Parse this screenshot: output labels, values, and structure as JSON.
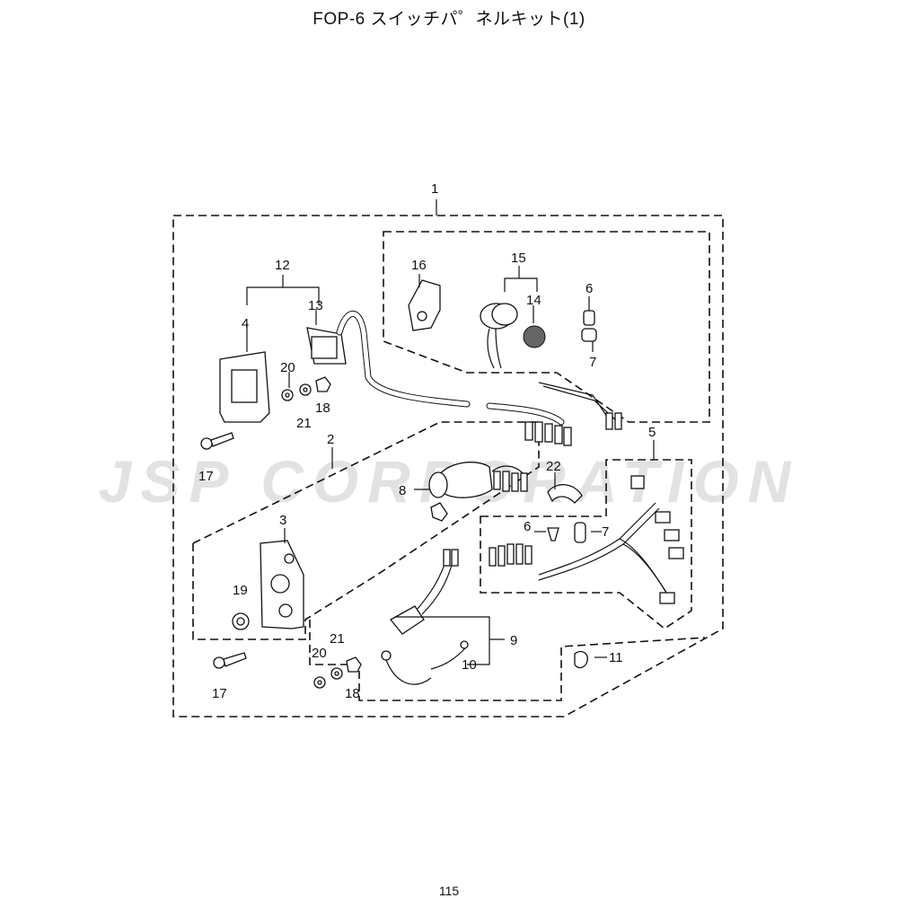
{
  "title": "FOP-6 スイッチパ゜ネルキット(1)",
  "page_number": "115",
  "watermark": "JSP CORPORATION",
  "labels": {
    "l1": "1",
    "l2": "2",
    "l3": "3",
    "l4": "4",
    "l5": "5",
    "l6a": "6",
    "l6b": "6",
    "l7a": "7",
    "l7b": "7",
    "l8": "8",
    "l9": "9",
    "l10": "10",
    "l11": "11",
    "l12": "12",
    "l13": "13",
    "l14": "14",
    "l15": "15",
    "l16": "16",
    "l17a": "17",
    "l17b": "17",
    "l18a": "18",
    "l18b": "18",
    "l19": "19",
    "l20a": "20",
    "l20b": "20",
    "l21a": "21",
    "l21b": "21",
    "l22": "22"
  }
}
